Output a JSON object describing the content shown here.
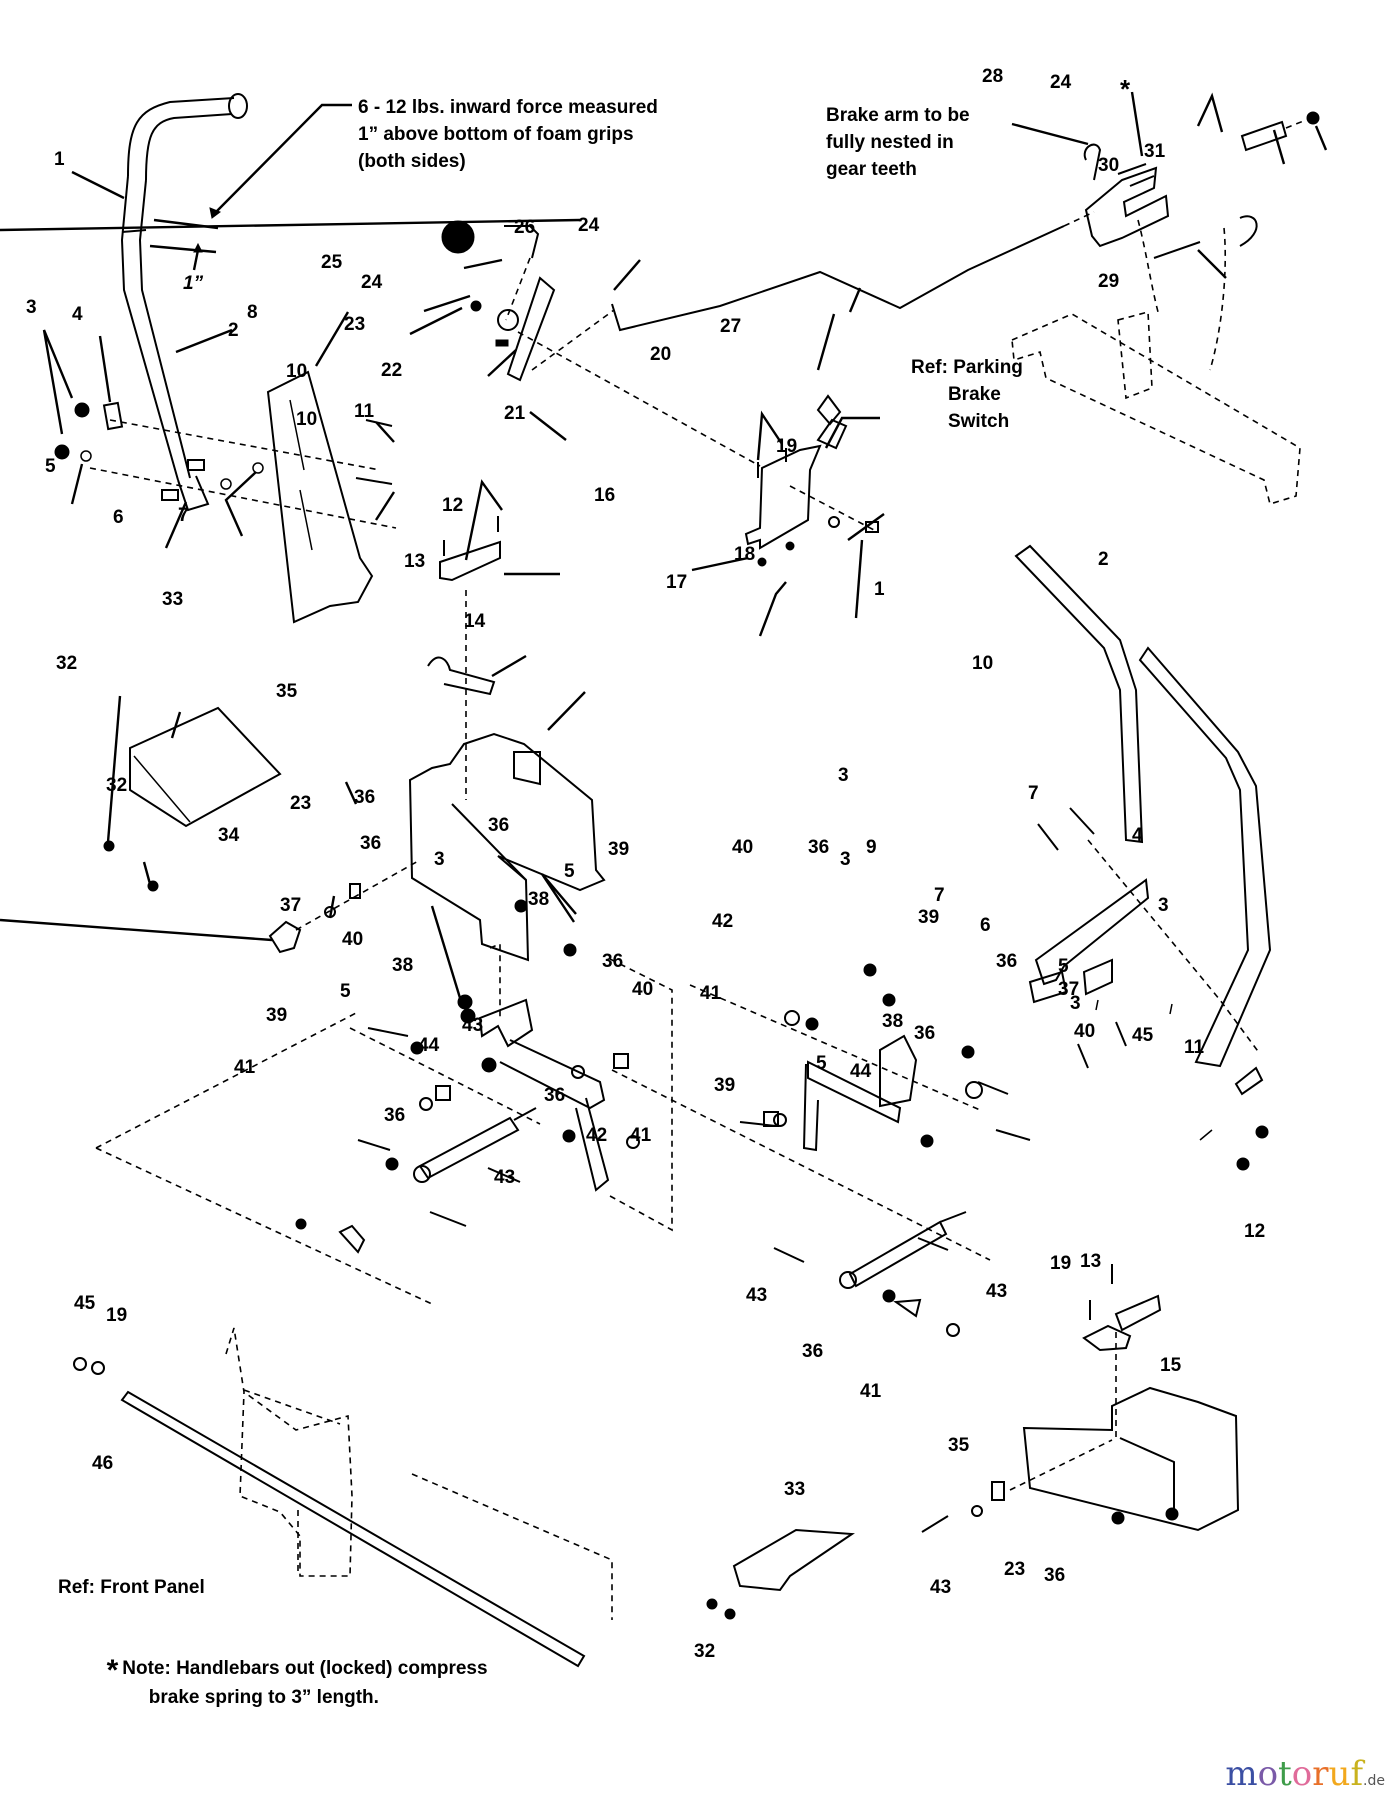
{
  "diagram": {
    "type": "exploded-parts-diagram",
    "subject": "Steering / brake control assembly",
    "callouts": [
      {
        "id": "c1a",
        "text": "1"
      },
      {
        "id": "c2a",
        "text": "2"
      },
      {
        "id": "c3a",
        "text": "3"
      },
      {
        "id": "c4a",
        "text": "4"
      },
      {
        "id": "c5a",
        "text": "5"
      },
      {
        "id": "c6a",
        "text": "6"
      },
      {
        "id": "c7a",
        "text": "7"
      },
      {
        "id": "c8",
        "text": "8"
      },
      {
        "id": "c10a",
        "text": "10"
      },
      {
        "id": "c10b",
        "text": "10"
      },
      {
        "id": "c11a",
        "text": "11"
      },
      {
        "id": "c12a",
        "text": "12"
      },
      {
        "id": "c13a",
        "text": "13"
      },
      {
        "id": "c14",
        "text": "14"
      },
      {
        "id": "c16",
        "text": "16"
      },
      {
        "id": "c17",
        "text": "17"
      },
      {
        "id": "c18",
        "text": "18"
      },
      {
        "id": "c19a",
        "text": "19"
      },
      {
        "id": "c20",
        "text": "20"
      },
      {
        "id": "c21",
        "text": "21"
      },
      {
        "id": "c22",
        "text": "22"
      },
      {
        "id": "c23a",
        "text": "23"
      },
      {
        "id": "c24a",
        "text": "24"
      },
      {
        "id": "c24b",
        "text": "24"
      },
      {
        "id": "c24c",
        "text": "24"
      },
      {
        "id": "c25",
        "text": "25"
      },
      {
        "id": "c26",
        "text": "26"
      },
      {
        "id": "c27",
        "text": "27"
      },
      {
        "id": "c28",
        "text": "28"
      },
      {
        "id": "c29",
        "text": "29"
      },
      {
        "id": "c30",
        "text": "30"
      },
      {
        "id": "c31",
        "text": "31"
      },
      {
        "id": "cstar",
        "text": "*"
      },
      {
        "id": "c33a",
        "text": "33"
      },
      {
        "id": "c32a",
        "text": "32"
      },
      {
        "id": "c32b",
        "text": "32"
      },
      {
        "id": "c35a",
        "text": "35"
      },
      {
        "id": "c23b",
        "text": "23"
      },
      {
        "id": "c34",
        "text": "34"
      },
      {
        "id": "c36a",
        "text": "36"
      },
      {
        "id": "c36b",
        "text": "36"
      },
      {
        "id": "c1b",
        "text": "1"
      },
      {
        "id": "c2b",
        "text": "2"
      },
      {
        "id": "c10c",
        "text": "10"
      },
      {
        "id": "c9",
        "text": "9"
      },
      {
        "id": "c7b",
        "text": "7"
      },
      {
        "id": "c7c",
        "text": "7"
      },
      {
        "id": "c6b",
        "text": "6"
      },
      {
        "id": "c39a",
        "text": "39"
      },
      {
        "id": "c4b",
        "text": "4"
      },
      {
        "id": "c3b",
        "text": "3"
      },
      {
        "id": "c5b",
        "text": "5"
      },
      {
        "id": "c3c",
        "text": "3"
      },
      {
        "id": "c3d",
        "text": "3"
      },
      {
        "id": "c3e",
        "text": "3"
      },
      {
        "id": "c36c",
        "text": "36"
      },
      {
        "id": "c3f",
        "text": "3"
      },
      {
        "id": "c37a",
        "text": "37"
      },
      {
        "id": "c38a",
        "text": "38"
      },
      {
        "id": "c5c",
        "text": "5"
      },
      {
        "id": "c39b",
        "text": "39"
      },
      {
        "id": "c40a",
        "text": "40"
      },
      {
        "id": "c36d",
        "text": "36"
      },
      {
        "id": "c38b",
        "text": "38"
      },
      {
        "id": "c5d",
        "text": "5"
      },
      {
        "id": "c39c",
        "text": "39"
      },
      {
        "id": "c40b",
        "text": "40"
      },
      {
        "id": "c43a",
        "text": "43"
      },
      {
        "id": "c41a",
        "text": "41"
      },
      {
        "id": "c44a",
        "text": "44"
      },
      {
        "id": "c36e",
        "text": "36"
      },
      {
        "id": "c36f",
        "text": "36"
      },
      {
        "id": "c42a",
        "text": "42"
      },
      {
        "id": "c41b",
        "text": "41"
      },
      {
        "id": "c43b",
        "text": "43"
      },
      {
        "id": "c40c",
        "text": "40"
      },
      {
        "id": "c36g",
        "text": "36"
      },
      {
        "id": "c42b",
        "text": "42"
      },
      {
        "id": "c41c",
        "text": "41"
      },
      {
        "id": "c38c",
        "text": "38"
      },
      {
        "id": "c5e",
        "text": "5"
      },
      {
        "id": "c39d",
        "text": "39"
      },
      {
        "id": "c36h",
        "text": "36"
      },
      {
        "id": "c37b",
        "text": "37"
      },
      {
        "id": "c40d",
        "text": "40"
      },
      {
        "id": "c45a",
        "text": "45"
      },
      {
        "id": "c11b",
        "text": "11"
      },
      {
        "id": "c19b",
        "text": "19"
      },
      {
        "id": "c12b",
        "text": "12"
      },
      {
        "id": "c36i",
        "text": "36"
      },
      {
        "id": "c44b",
        "text": "44"
      },
      {
        "id": "c43c",
        "text": "43"
      },
      {
        "id": "c43d",
        "text": "43"
      },
      {
        "id": "c36j",
        "text": "36"
      },
      {
        "id": "c41d",
        "text": "41"
      },
      {
        "id": "c13b",
        "text": "13"
      },
      {
        "id": "c15",
        "text": "15"
      },
      {
        "id": "c45b",
        "text": "45"
      },
      {
        "id": "c19c",
        "text": "19"
      },
      {
        "id": "c46",
        "text": "46"
      },
      {
        "id": "c33b",
        "text": "33"
      },
      {
        "id": "c35b",
        "text": "35"
      },
      {
        "id": "c23c",
        "text": "23"
      },
      {
        "id": "c43e",
        "text": "43"
      },
      {
        "id": "c36k",
        "text": "36"
      },
      {
        "id": "c32c",
        "text": "32"
      }
    ],
    "notes": {
      "force": "6 - 12 lbs. inward force measured\n1” above bottom of foam grips\n(both sides)",
      "one_inch": "1”",
      "brake_arm": "Brake arm to be\nfully nested in\ngear teeth",
      "parking_switch": "Ref: Parking\n       Brake\n       Switch",
      "front_panel": "Ref: Front Panel",
      "footnote_star": "*",
      "footnote": "Note: Handlebars out (locked) compress\n          brake spring to 3” length."
    }
  },
  "watermark": {
    "letters": [
      {
        "ch": "m",
        "color": "#3b4fa3"
      },
      {
        "ch": "o",
        "color": "#7a5aa8"
      },
      {
        "ch": "t",
        "color": "#3f9c4a"
      },
      {
        "ch": "o",
        "color": "#e06b9a"
      },
      {
        "ch": "r",
        "color": "#e8702a"
      },
      {
        "ch": "u",
        "color": "#f2a81d"
      },
      {
        "ch": "f",
        "color": "#c9b21e"
      }
    ],
    "tld": ".de"
  }
}
